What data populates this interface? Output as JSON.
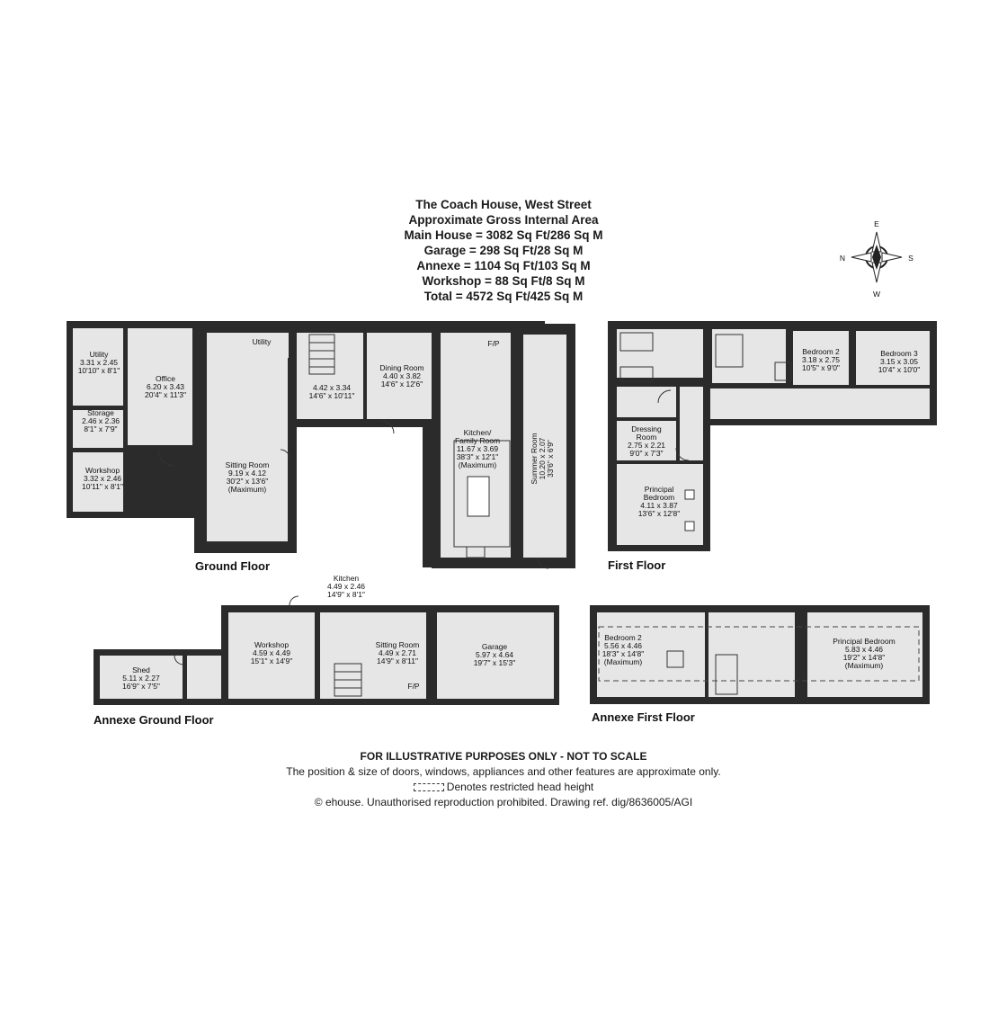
{
  "header": {
    "title": "The Coach House, West Street",
    "subtitle": "Approximate Gross Internal Area",
    "areas": [
      "Main House = 3082 Sq Ft/286 Sq M",
      "Garage = 298 Sq Ft/28 Sq M",
      "Annexe = 1104 Sq Ft/103 Sq M",
      "Workshop = 88 Sq Ft/8 Sq M",
      "Total = 4572 Sq Ft/425 Sq M"
    ]
  },
  "compass": {
    "n": "N",
    "s": "S",
    "e": "E",
    "w": "W"
  },
  "floors": {
    "ground": "Ground Floor",
    "first": "First Floor",
    "annexe_ground": "Annexe Ground Floor",
    "annexe_first": "Annexe First Floor"
  },
  "rooms": {
    "utility_gf_left": [
      "Utility",
      "3.31 x 2.45",
      "10'10\" x 8'1\""
    ],
    "storage": [
      "Storage",
      "2.46 x 2.36",
      "8'1\" x 7'9\""
    ],
    "workshop_gf": [
      "Workshop",
      "3.32 x 2.46",
      "10'11\" x 8'1\""
    ],
    "office": [
      "Office",
      "6.20 x 3.43",
      "20'4\" x 11'3\""
    ],
    "utility_gf": [
      "Utility"
    ],
    "sitting_room": [
      "Sitting Room",
      "9.19 x 4.12",
      "30'2\" x 13'6\"",
      "(Maximum)"
    ],
    "hall_room": [
      "4.42 x 3.34",
      "14'6\" x 10'11\""
    ],
    "dining_room": [
      "Dining Room",
      "4.40 x 3.82",
      "14'6\" x 12'6\""
    ],
    "fp_gf": [
      "F/P"
    ],
    "kitchen_family": [
      "Kitchen/",
      "Family Room",
      "11.67 x 3.69",
      "38'3\" x 12'1\"",
      "(Maximum)"
    ],
    "summer_room": [
      "Summer Room",
      "10.20 x 2.07",
      "33'6\" x 6'9\""
    ],
    "bedroom2_ff": [
      "Bedroom 2",
      "3.18 x 2.75",
      "10'5\" x 9'0\""
    ],
    "bedroom3_ff": [
      "Bedroom 3",
      "3.15 x 3.05",
      "10'4\" x 10'0\""
    ],
    "dressing_room": [
      "Dressing",
      "Room",
      "2.75 x 2.21",
      "9'0\" x 7'3\""
    ],
    "principal_bedroom_ff": [
      "Principal",
      "Bedroom",
      "4.11 x 3.87",
      "13'6\" x 12'8\""
    ],
    "kitchen_annexe": [
      "Kitchen",
      "4.49 x 2.46",
      "14'9\" x 8'1\""
    ],
    "shed": [
      "Shed",
      "5.11 x 2.27",
      "16'9\" x 7'5\""
    ],
    "workshop_annexe": [
      "Workshop",
      "4.59 x 4.49",
      "15'1\" x 14'9\""
    ],
    "sitting_room_annexe": [
      "Sitting Room",
      "4.49 x 2.71",
      "14'9\" x 8'11\""
    ],
    "fp_annexe": [
      "F/P"
    ],
    "garage": [
      "Garage",
      "5.97 x 4.64",
      "19'7\" x 15'3\""
    ],
    "bedroom2_annexe": [
      "Bedroom 2",
      "5.56 x 4.46",
      "18'3\" x 14'8\"",
      "(Maximum)"
    ],
    "principal_bedroom_annexe": [
      "Principal Bedroom",
      "5.83 x 4.46",
      "19'2\" x 14'8\"",
      "(Maximum)"
    ]
  },
  "footer": {
    "disclaimer": "FOR ILLUSTRATIVE PURPOSES ONLY - NOT TO SCALE",
    "note": "The position & size of doors, windows, appliances and other features are approximate only.",
    "legend": "Denotes restricted head height",
    "copyright": "© ehouse. Unauthorised reproduction prohibited. Drawing ref. dig/8636005/AGI"
  }
}
